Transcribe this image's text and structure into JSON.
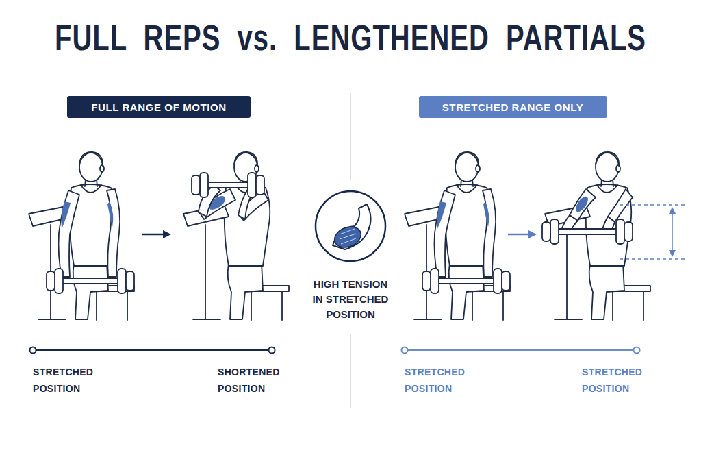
{
  "diagram": {
    "title": "FULL REPS vs. LENGTHENED PARTIALS",
    "nodes": [
      {
        "text": [
          "FULL RANGE OF MOTION"
        ]
      },
      {
        "text": [
          "HIGH TENSION IN STRETCHED POSITION"
        ]
      },
      {
        "text": [
          "STRETCHED RANGE ONLY"
        ]
      }
    ],
    "labels": [
      "STRETCHED POSITION",
      "SHORTENED POSITION",
      "STRETCHED POSITION",
      "STRETCHED POSITION"
    ]
  }
}
